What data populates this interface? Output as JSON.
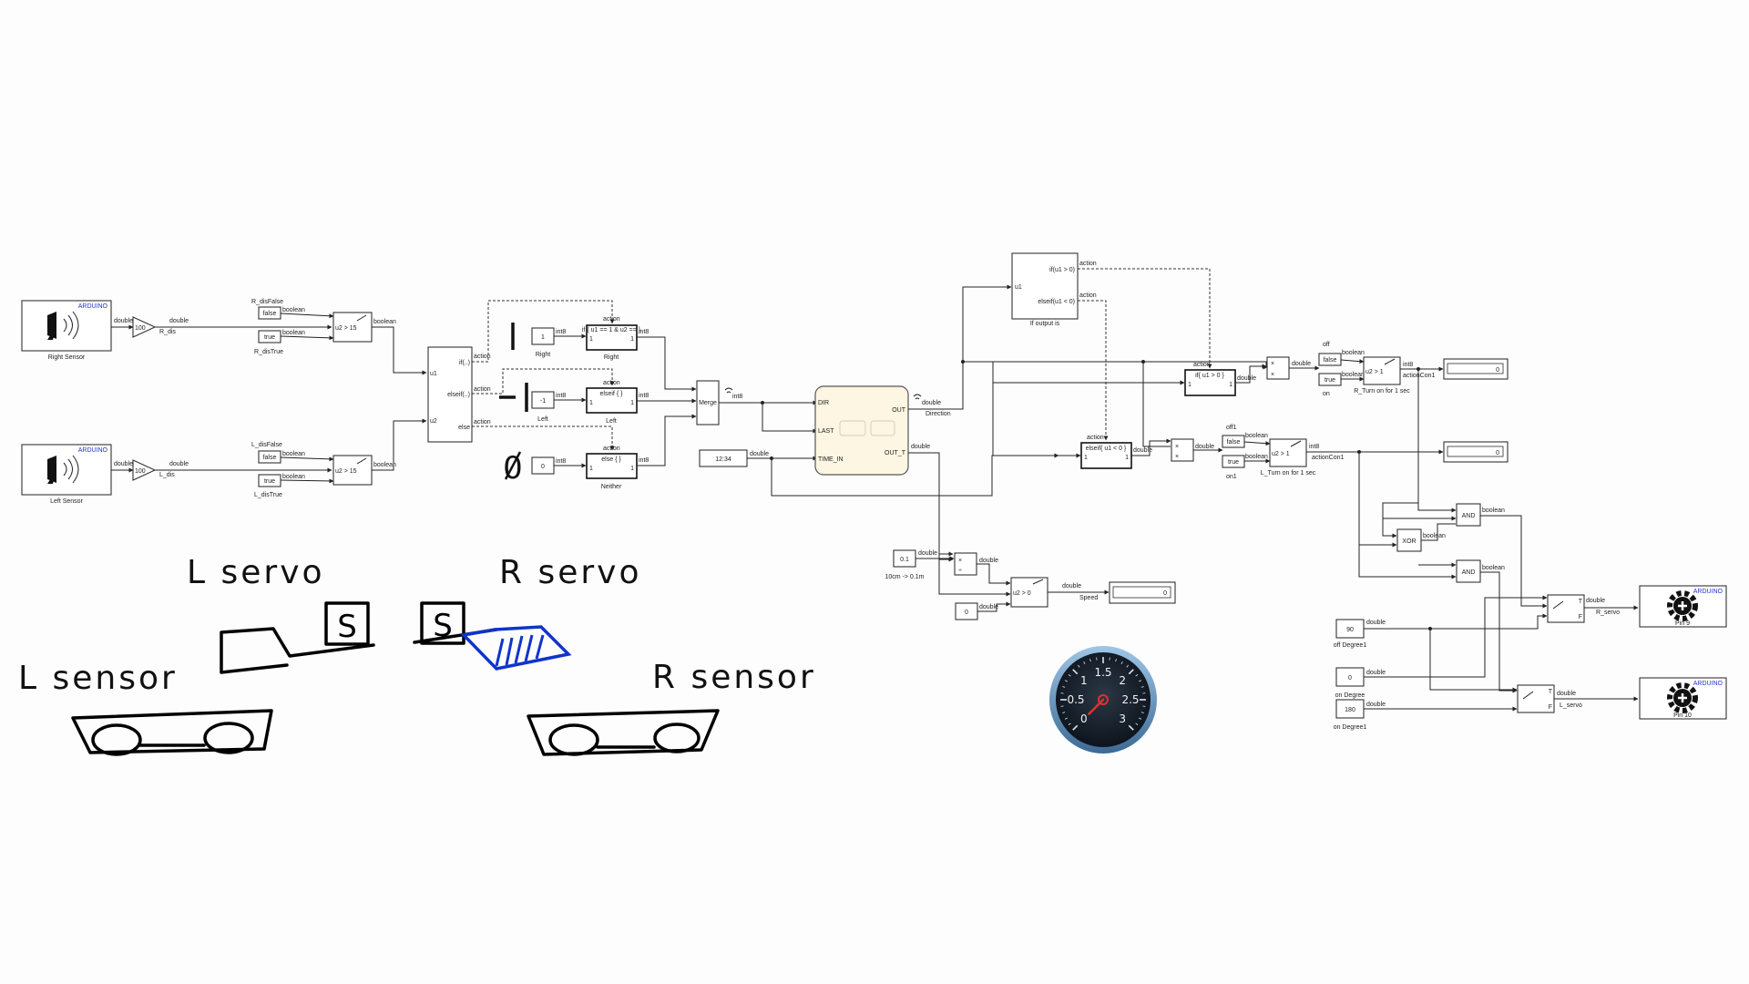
{
  "sensors": {
    "right": {
      "brand": "ARDUINO",
      "label": "Right Sensor",
      "out_type": "double",
      "gain": "100",
      "signal": "R_dis"
    },
    "left": {
      "brand": "ARDUINO",
      "label": "Left Sensor",
      "out_type": "double",
      "gain": "100",
      "signal": "L_dis"
    }
  },
  "r_switch": {
    "false_name": "R_disFalse",
    "false_val": "false",
    "true_val": "true",
    "true_name": "R_disTrue",
    "cond": "u2 > 15",
    "out": "boolean",
    "in_type": "boolean"
  },
  "l_switch": {
    "false_name": "L_disFalse",
    "false_val": "false",
    "true_val": "true",
    "true_name": "L_disTrue",
    "cond": "u2 > 15",
    "out": "boolean",
    "in_type": "boolean"
  },
  "if_block": {
    "in1": "u1",
    "in2": "u2",
    "p1": "if(..)",
    "p2": "elseif(..)",
    "p3": "else",
    "action": "action"
  },
  "subsys": {
    "right": {
      "const": "1",
      "type": "int8",
      "name": "Right",
      "title": "if { u1 == 1 & u2 == }",
      "port_in": "1",
      "port_out": "1"
    },
    "left": {
      "const": "-1",
      "type": "int8",
      "name": "Left",
      "title": "elseif { }",
      "port_in": "1",
      "port_out": "1"
    },
    "neither": {
      "const": "0",
      "type": "int8",
      "name": "Neither",
      "title": "else { }",
      "port_in": "1",
      "port_out": "1"
    }
  },
  "merge": {
    "label": "Merge",
    "out": "int8"
  },
  "clock": {
    "value": "12:34",
    "type": "double"
  },
  "chart": {
    "in1": "DIR",
    "in2": "LAST",
    "in3": "TIME_IN",
    "out1": "OUT",
    "out2": "OUT_T",
    "out1_type": "double",
    "out1_name": "Direction",
    "out2_type": "double"
  },
  "if_output": {
    "in": "u1",
    "p1": "if(u1 > 0)",
    "p2": "elseif(u1 < 0)",
    "action": "action",
    "name": "If output is"
  },
  "action_pos": {
    "title": "if{ u1 > 0 }",
    "port": "1",
    "out": "double",
    "action": "action"
  },
  "action_neg": {
    "title": "elseif{ u1 < 0 }",
    "port": "1",
    "out": "double",
    "action": "action"
  },
  "prod_r": {
    "out": "double"
  },
  "prod_l": {
    "out": "double"
  },
  "r_turn": {
    "off_name": "off",
    "off_val": "false",
    "on_val": "true",
    "on_name": "on",
    "cond": "u2 > 1",
    "out": "int8",
    "name": "R_Turn on for 1 sec",
    "sig": "actionCon1",
    "in_type": "boolean",
    "display": "0"
  },
  "l_turn": {
    "off_name": "off1",
    "off_val": "false",
    "on_val": "true",
    "on_name": "on1",
    "cond": "u2 > 1",
    "out": "int8",
    "name": "L_Turn on for 1 sec",
    "sig": "actionCon1",
    "in_type": "boolean",
    "display": "0"
  },
  "logic": {
    "and1": "AND",
    "xor": "XOR",
    "and2": "AND",
    "out": "boolean"
  },
  "speed": {
    "const": "0.1",
    "type": "double",
    "conv": "10cm -> 0.1m",
    "mult": "×",
    "div": "÷",
    "zero": "0",
    "cond": "u2 > 0",
    "name": "Speed",
    "out": "double",
    "display": "0"
  },
  "servo_out": {
    "r": {
      "sig": "R_servo",
      "out": "double",
      "pin": "Pin 9",
      "brand": "ARDUINO"
    },
    "l": {
      "sig": "L_servo",
      "out": "double",
      "pin": "Pin 10",
      "brand": "ARDUINO"
    }
  },
  "degrees": {
    "off": {
      "val": "90",
      "name": "off Degree1",
      "type": "double"
    },
    "on": {
      "val": "0",
      "name": "on Degree",
      "type": "double"
    },
    "on1": {
      "val": "180",
      "name": "on Degree1",
      "type": "double"
    }
  },
  "switch_marks": {
    "t": "T",
    "f": "F"
  },
  "gauge": {
    "ticks": [
      "0",
      "0.5",
      "1",
      "1.5",
      "2",
      "2.5",
      "3"
    ],
    "value": 0
  },
  "sketch": {
    "l_servo": "L servo",
    "r_servo": "R servo",
    "l_sensor": "L sensor",
    "r_sensor": "R sensor",
    "servo_mark": "S",
    "zero_glyph": "0"
  }
}
